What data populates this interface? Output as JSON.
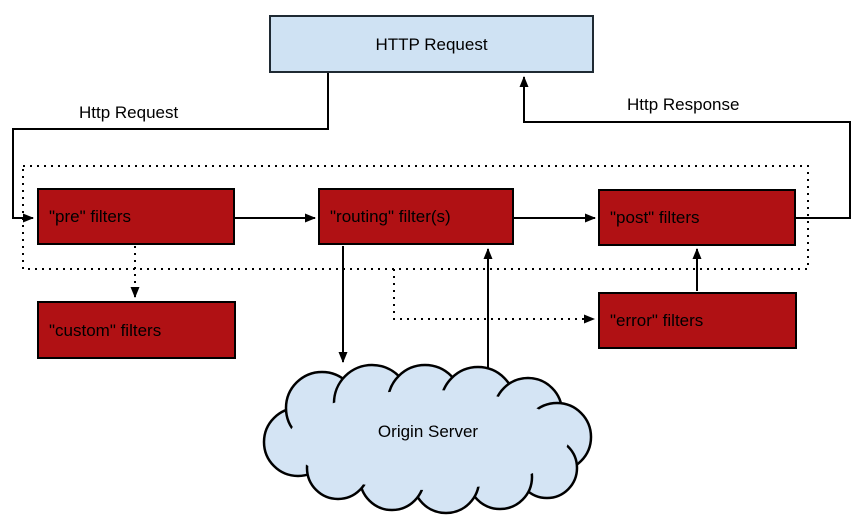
{
  "diagram": {
    "nodes": {
      "http_request": "HTTP Request",
      "pre": "\"pre\" filters",
      "routing": "\"routing\" filter(s)",
      "post": "\"post\" filters",
      "custom": "\"custom\" filters",
      "error": "\"error\" filters",
      "origin_server": "Origin Server"
    },
    "edge_labels": {
      "request": "Http Request",
      "response": "Http Response"
    },
    "colors": {
      "filter_box_fill": "#b01114",
      "filter_box_border": "#000000",
      "http_box_fill": "#cfe2f3",
      "http_box_border": "#1f2a33",
      "cloud_fill": "#d4e4f4",
      "connector": "#000000"
    }
  }
}
